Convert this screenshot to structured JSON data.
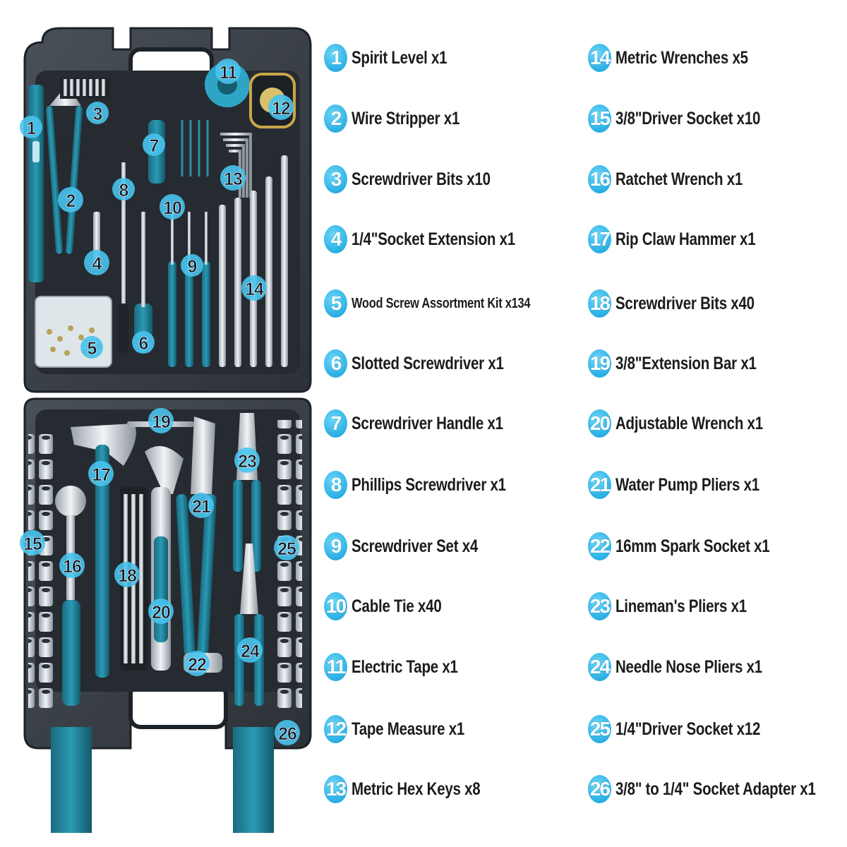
{
  "toolbox": {
    "badges": [
      "1",
      "2",
      "3",
      "4",
      "5",
      "6",
      "7",
      "8",
      "9",
      "10",
      "11",
      "12",
      "13",
      "14",
      "15",
      "16",
      "17",
      "18",
      "19",
      "20",
      "21",
      "22",
      "23",
      "24",
      "25",
      "26"
    ]
  },
  "legend": {
    "left": [
      {
        "num": "1",
        "text": "Spirit Level x1"
      },
      {
        "num": "2",
        "text": "Wire Stripper x1"
      },
      {
        "num": "3",
        "text": "Screwdriver Bits x10"
      },
      {
        "num": "4",
        "text": "1/4\"Socket Extension x1"
      },
      {
        "num": "5",
        "text": "Wood Screw Assortment Kit x134"
      },
      {
        "num": "6",
        "text": "Slotted Screwdriver x1"
      },
      {
        "num": "7",
        "text": "Screwdriver Handle x1"
      },
      {
        "num": "8",
        "text": "Phillips Screwdriver x1"
      },
      {
        "num": "9",
        "text": "Screwdriver Set x4"
      },
      {
        "num": "10",
        "text": "Cable Tie x40"
      },
      {
        "num": "11",
        "text": "Electric Tape x1"
      },
      {
        "num": "12",
        "text": "Tape Measure x1"
      },
      {
        "num": "13",
        "text": "Metric Hex Keys x8"
      }
    ],
    "right": [
      {
        "num": "14",
        "text": "Metric Wrenches x5"
      },
      {
        "num": "15",
        "text": "3/8\"Driver Socket x10"
      },
      {
        "num": "16",
        "text": "Ratchet Wrench x1"
      },
      {
        "num": "17",
        "text": "Rip Claw Hammer x1"
      },
      {
        "num": "18",
        "text": "Screwdriver Bits x40"
      },
      {
        "num": "19",
        "text": "3/8\"Extension Bar x1"
      },
      {
        "num": "20",
        "text": "Adjustable Wrench x1"
      },
      {
        "num": "21",
        "text": "Water Pump Pliers x1"
      },
      {
        "num": "22",
        "text": "16mm Spark Socket x1"
      },
      {
        "num": "23",
        "text": "Lineman's Pliers x1"
      },
      {
        "num": "24",
        "text": "Needle Nose Pliers x1"
      },
      {
        "num": "25",
        "text": "1/4\"Driver Socket x12"
      },
      {
        "num": "26",
        "text": "3/8\" to 1/4\" Socket Adapter x1"
      }
    ]
  },
  "colors": {
    "case": "#3a4048",
    "case_dark": "#23282e",
    "teal": "#1f7f95",
    "badge": "#48c3ee",
    "text": "#1c1c1c"
  }
}
